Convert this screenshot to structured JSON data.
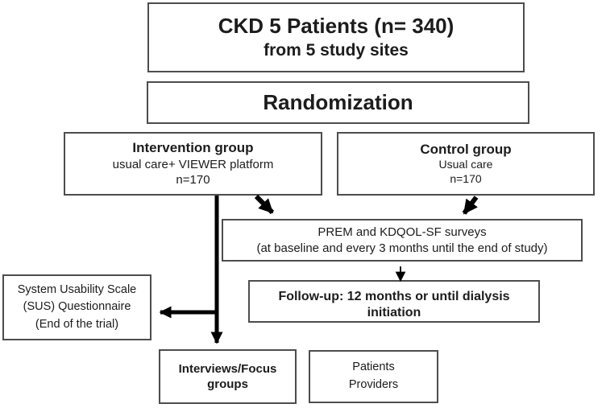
{
  "diagram": {
    "type": "flowchart",
    "colors": {
      "background": "#ffffff",
      "box_border": "#4d4d4d",
      "arrow": "#000000",
      "text": "#1c1c1c"
    },
    "nodes": {
      "ckd_patients": {
        "line1": "CKD 5 Patients (n= 340)",
        "line2": "from 5 study sites"
      },
      "randomization": {
        "label": "Randomization"
      },
      "intervention_group": {
        "title": "Intervention group",
        "line2": "usual care+ VIEWER platform",
        "line3": "n=170"
      },
      "control_group": {
        "title": "Control group",
        "line2": "Usual care",
        "line3": "n=170"
      },
      "surveys": {
        "line1": "PREM and KDQOL-SF surveys",
        "line2": "(at baseline and every 3 months until the end of study)"
      },
      "followup": {
        "label": "Follow-up: 12 months or until dialysis initiation"
      },
      "sus_questionnaire": {
        "line1": "System Usability Scale",
        "line2": "(SUS) Questionnaire",
        "line3": "(End of the trial)"
      },
      "interviews_focus_groups": {
        "line1": "Interviews/Focus",
        "line2": "groups"
      },
      "participants": {
        "line1": "Patients",
        "line2": "Providers"
      }
    },
    "edges": [
      {
        "from": "intervention_group",
        "to": "surveys",
        "style": "thick-diagonal"
      },
      {
        "from": "control_group",
        "to": "surveys",
        "style": "thick-diagonal"
      },
      {
        "from": "intervention_group",
        "to": "interviews_focus_groups",
        "style": "thick-vertical"
      },
      {
        "from": "intervention_group",
        "to": "sus_questionnaire",
        "style": "thick-horizontal-branch"
      },
      {
        "from": "surveys",
        "to": "followup",
        "style": "thin-vertical"
      }
    ]
  }
}
